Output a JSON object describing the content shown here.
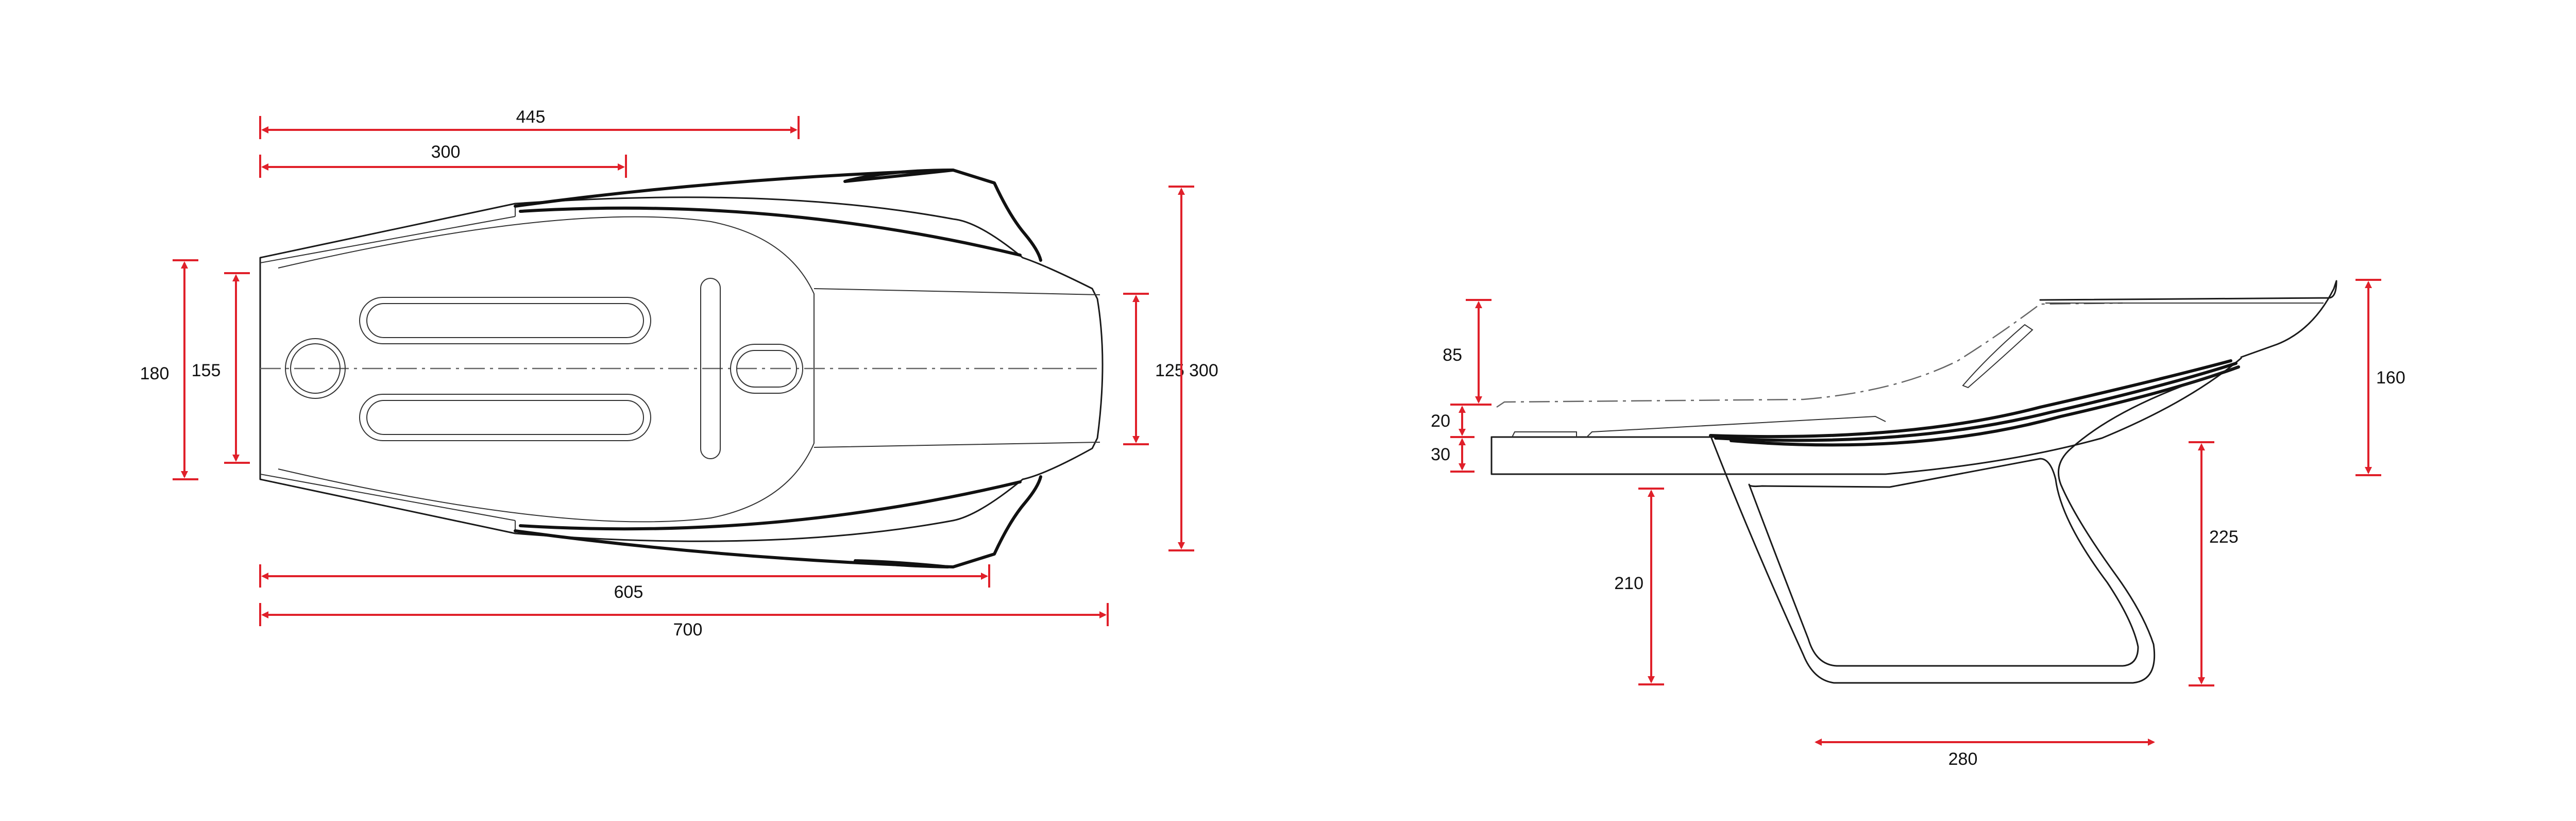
{
  "colors": {
    "dimension": "#e0202a",
    "outline": "#1a1a1a",
    "background": "#ffffff"
  },
  "top_view": {
    "dimensions": {
      "d445": "445",
      "d300_top": "300",
      "d180": "180",
      "d155": "155",
      "d125": "125",
      "d300_right": "300",
      "d605": "605",
      "d700": "700"
    }
  },
  "side_view": {
    "dimensions": {
      "d85": "85",
      "d20": "20",
      "d30": "30",
      "d160": "160",
      "d210": "210",
      "d225": "225",
      "d280": "280"
    }
  }
}
